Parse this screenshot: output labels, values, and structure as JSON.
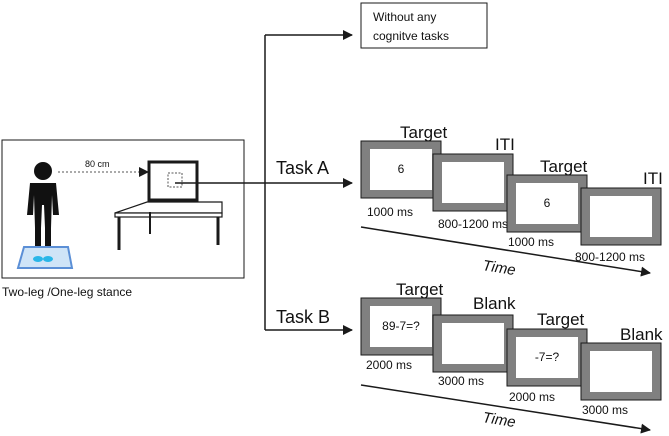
{
  "no_task": {
    "line1": "Without any",
    "line2": "cognitve tasks"
  },
  "setup": {
    "distance": "80 cm",
    "stance": "Two-leg /One-leg stance"
  },
  "task_a": {
    "label": "Task A",
    "time_label": "Time",
    "screens": [
      {
        "title": "Target",
        "content": "6",
        "duration": "1000 ms"
      },
      {
        "title": "ITI",
        "content": "",
        "duration": "800-1200 ms"
      },
      {
        "title": "Target",
        "content": "6",
        "duration": "1000 ms"
      },
      {
        "title": "ITI",
        "content": "",
        "duration": "800-1200 ms"
      }
    ]
  },
  "task_b": {
    "label": "Task B",
    "time_label": "Time",
    "screens": [
      {
        "title": "Target",
        "content": "89-7=?",
        "duration": "2000 ms"
      },
      {
        "title": "Blank",
        "content": "",
        "duration": "3000 ms"
      },
      {
        "title": "Target",
        "content": "-7=?",
        "duration": "2000 ms"
      },
      {
        "title": "Blank",
        "content": "",
        "duration": "3000 ms"
      }
    ]
  },
  "colors": {
    "frame": "#808080",
    "stroke": "#1a1a1a",
    "mat": "#5b8fd6",
    "feet": "#29b6e8"
  }
}
